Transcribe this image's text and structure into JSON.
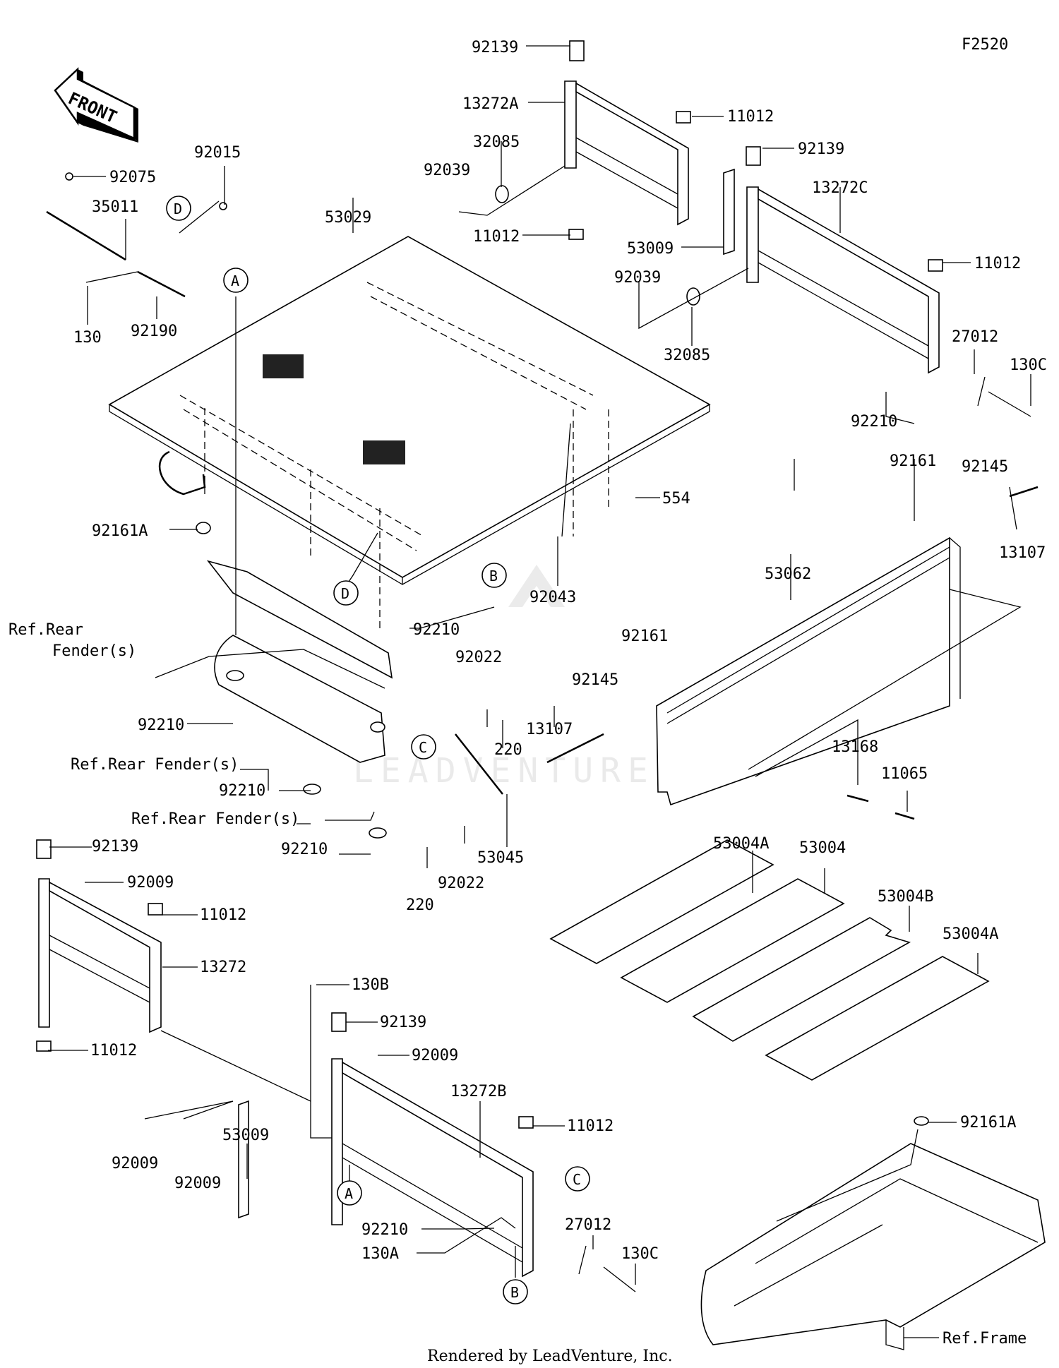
{
  "diagram_id": "F2520",
  "front_label": "FRONT",
  "footer": "Rendered by LeadVenture, Inc.",
  "watermark": "LEADVENTURE",
  "callouts": [
    "A",
    "B",
    "C",
    "D"
  ],
  "parts": [
    {
      "id": "p01",
      "label": "92139"
    },
    {
      "id": "p02",
      "label": "13272A"
    },
    {
      "id": "p03",
      "label": "11012"
    },
    {
      "id": "p04",
      "label": "32085"
    },
    {
      "id": "p05",
      "label": "92039"
    },
    {
      "id": "p06",
      "label": "11012"
    },
    {
      "id": "p07",
      "label": "92139"
    },
    {
      "id": "p08",
      "label": "13272C"
    },
    {
      "id": "p09",
      "label": "53009"
    },
    {
      "id": "p10",
      "label": "11012"
    },
    {
      "id": "p11",
      "label": "92039"
    },
    {
      "id": "p12",
      "label": "32085"
    },
    {
      "id": "p13",
      "label": "27012"
    },
    {
      "id": "p14",
      "label": "130C"
    },
    {
      "id": "p15",
      "label": "92210"
    },
    {
      "id": "p16",
      "label": "92015"
    },
    {
      "id": "p17",
      "label": "92075"
    },
    {
      "id": "p18",
      "label": "35011"
    },
    {
      "id": "p19",
      "label": "53029"
    },
    {
      "id": "p20",
      "label": "130"
    },
    {
      "id": "p21",
      "label": "92190"
    },
    {
      "id": "p22",
      "label": "92161A"
    },
    {
      "id": "p23",
      "label": "554"
    },
    {
      "id": "p24",
      "label": "92161"
    },
    {
      "id": "p25",
      "label": "92145"
    },
    {
      "id": "p26",
      "label": "13107"
    },
    {
      "id": "p27",
      "label": "53062"
    },
    {
      "id": "p28",
      "label": "92043"
    },
    {
      "id": "p29",
      "label": "92210"
    },
    {
      "id": "p30",
      "label": "Ref.Rear"
    },
    {
      "id": "p31",
      "label": "Fender(s)"
    },
    {
      "id": "p32",
      "label": "92022"
    },
    {
      "id": "p33",
      "label": "92161"
    },
    {
      "id": "p34",
      "label": "92145"
    },
    {
      "id": "p35",
      "label": "13107"
    },
    {
      "id": "p36",
      "label": "220"
    },
    {
      "id": "p37",
      "label": "92210"
    },
    {
      "id": "p38",
      "label": "Ref.Rear Fender(s)"
    },
    {
      "id": "p39",
      "label": "92210"
    },
    {
      "id": "p40",
      "label": "13168"
    },
    {
      "id": "p41",
      "label": "11065"
    },
    {
      "id": "p42",
      "label": "Ref.Rear Fender(s)"
    },
    {
      "id": "p43",
      "label": "92210"
    },
    {
      "id": "p44",
      "label": "53045"
    },
    {
      "id": "p45",
      "label": "220"
    },
    {
      "id": "p46",
      "label": "92022"
    },
    {
      "id": "p47",
      "label": "53004A"
    },
    {
      "id": "p48",
      "label": "53004"
    },
    {
      "id": "p49",
      "label": "53004B"
    },
    {
      "id": "p50",
      "label": "53004A"
    },
    {
      "id": "p51",
      "label": "92139"
    },
    {
      "id": "p52",
      "label": "92009"
    },
    {
      "id": "p53",
      "label": "11012"
    },
    {
      "id": "p54",
      "label": "13272"
    },
    {
      "id": "p55",
      "label": "11012"
    },
    {
      "id": "p56",
      "label": "130B"
    },
    {
      "id": "p57",
      "label": "92139"
    },
    {
      "id": "p58",
      "label": "92009"
    },
    {
      "id": "p59",
      "label": "13272B"
    },
    {
      "id": "p60",
      "label": "11012"
    },
    {
      "id": "p61",
      "label": "92009"
    },
    {
      "id": "p62",
      "label": "92009"
    },
    {
      "id": "p63",
      "label": "53009"
    },
    {
      "id": "p64",
      "label": "92210"
    },
    {
      "id": "p65",
      "label": "130A"
    },
    {
      "id": "p66",
      "label": "27012"
    },
    {
      "id": "p67",
      "label": "130C"
    },
    {
      "id": "p68",
      "label": "92161A"
    },
    {
      "id": "p69",
      "label": "Ref.Frame"
    }
  ]
}
